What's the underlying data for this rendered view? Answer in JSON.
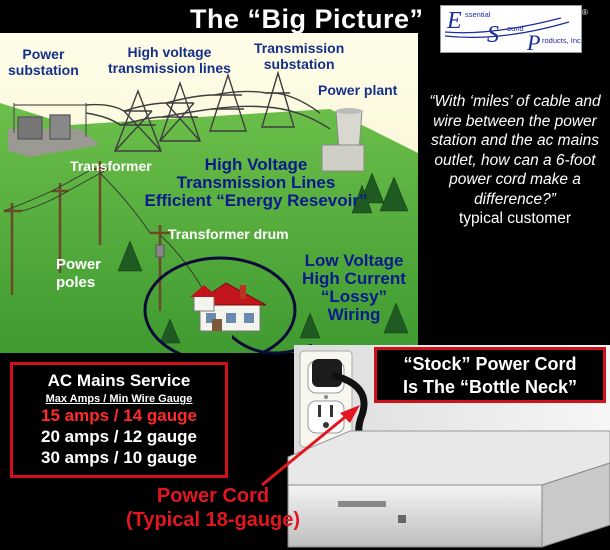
{
  "title": "The “Big Picture”",
  "logo": {
    "line1": "ssential",
    "line2": "ound",
    "line3": "roducts, Inc.",
    "letters": [
      "E",
      "S",
      "P"
    ],
    "reg": "®"
  },
  "scene_labels": {
    "power_substation": [
      "Power",
      "substation"
    ],
    "hv_lines": [
      "High voltage",
      "transmission lines"
    ],
    "trans_substation": [
      "Transmission",
      "substation"
    ],
    "power_plant": "Power plant",
    "transformer": "Transformer",
    "transformer_drum": "Transformer drum",
    "power_poles": [
      "Power",
      "poles"
    ]
  },
  "callouts": {
    "hv": [
      "High Voltage",
      "Transmission Lines",
      "Efficient “Energy Resevoir”"
    ],
    "lv": [
      "Low Voltage",
      "High Current",
      "“Lossy”",
      "Wiring"
    ]
  },
  "quote": {
    "text": "“With ‘miles’ of cable and wire between the power station and the ac mains outlet, how can a 6-foot power cord make a difference?”",
    "attribution": "typical customer"
  },
  "mains": {
    "title": "AC Mains Service",
    "subtitle": "Max Amps / Min Wire Gauge",
    "rows": [
      {
        "text": "15 amps / 14 gauge",
        "color": "#ff2a2a"
      },
      {
        "text": "20 amps / 12 gauge",
        "color": "#ffffff"
      },
      {
        "text": "30 amps / 10 gauge",
        "color": "#ffffff"
      }
    ]
  },
  "bottle": {
    "line1": "“Stock” Power Cord",
    "line2": "Is The “Bottle Neck”"
  },
  "cord": {
    "line1": "Power Cord",
    "line2": "(Typical 18-gauge)"
  },
  "colors": {
    "accent_red": "#d0101a",
    "ground_green": "#4aa33a",
    "sky": "#fffbe0",
    "label_blue": "#15308a"
  }
}
